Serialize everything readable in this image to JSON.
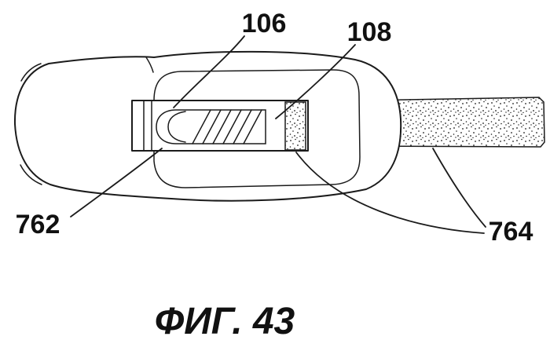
{
  "colors": {
    "ink": "#1b1b1b",
    "background": "#ffffff"
  },
  "figure": {
    "caption": "ФИГ. 43",
    "labels": {
      "n106": "106",
      "n108": "108",
      "n762": "762",
      "n764": "764"
    }
  }
}
